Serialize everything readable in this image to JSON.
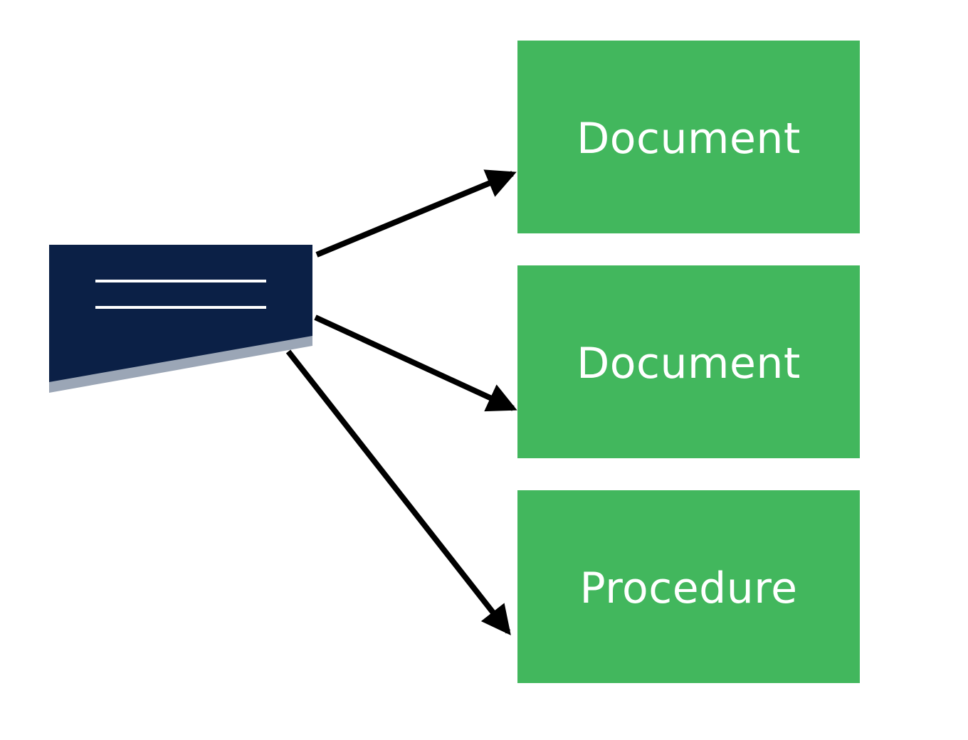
{
  "colors": {
    "source_fill": "#0b2046",
    "source_shadow": "#9ba6b6",
    "source_lines": "#ffffff",
    "target_fill": "#42b75d",
    "target_text": "#ffffff",
    "arrow": "#000000",
    "background": "#ffffff"
  },
  "source": {
    "icon": "document-card-icon"
  },
  "targets": [
    {
      "label": "Document"
    },
    {
      "label": "Document"
    },
    {
      "label": "Procedure"
    }
  ]
}
